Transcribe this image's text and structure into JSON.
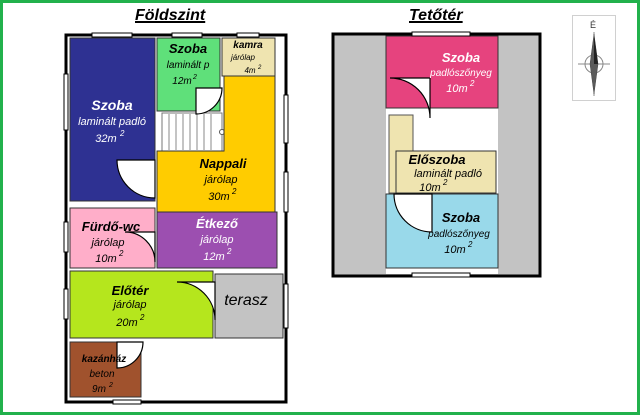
{
  "titles": {
    "ground": "Földszint",
    "attic": "Tetőtér"
  },
  "units": {
    "sup": "2"
  },
  "compass": {
    "north": "É"
  },
  "rooms": [
    {
      "name": "Szoba",
      "floor": "laminált padló",
      "area": "32m",
      "color": "#2e3192"
    },
    {
      "name": "Szoba",
      "floor": "laminált p",
      "area": "12m",
      "color": "#5fe07a"
    },
    {
      "name": "kamra",
      "floor": "járólap",
      "area": "4m",
      "color": "#efe4b0"
    },
    {
      "name": "Nappali",
      "floor": "járólap",
      "area": "30m",
      "color": "#ffcc00"
    },
    {
      "name": "Fürdő-wc",
      "floor": "járólap",
      "area": "10m",
      "color": "#ffaec9"
    },
    {
      "name": "Étkező",
      "floor": "járólap",
      "area": "12m",
      "color": "#9c4fb0"
    },
    {
      "name": "Előtér",
      "floor": "járólap",
      "area": "20m",
      "color": "#b5e61d"
    },
    {
      "name": "terasz",
      "color": "#c3c3c3"
    },
    {
      "name": "kazánház",
      "floor": "beton",
      "area": "9m",
      "color": "#a0522d"
    },
    {
      "name": "Szoba",
      "floor": "padlószőnyeg",
      "area": "10m",
      "color": "#e6437e"
    },
    {
      "name": "Előszoba",
      "floor": "laminált padló",
      "area": "10m",
      "color": "#efe4b0"
    },
    {
      "name": "Szoba",
      "floor": "padlószőnyeg",
      "area": "10m",
      "color": "#99d9ea"
    }
  ],
  "colors": {
    "border": "#22b14c",
    "wall": "#000000",
    "attic_side": "#c3c3c3"
  }
}
